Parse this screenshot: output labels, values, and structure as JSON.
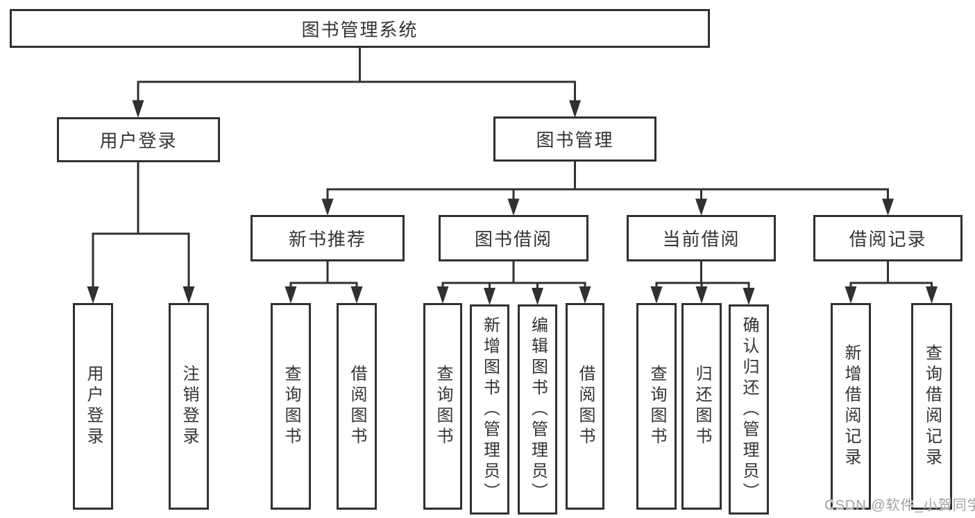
{
  "tree": {
    "label": "图书管理系统",
    "children": [
      {
        "label": "用户登录",
        "children": [
          {
            "label": "用户登录"
          },
          {
            "label": "注销登录"
          }
        ]
      },
      {
        "label": "图书管理",
        "children": [
          {
            "label": "新书推荐",
            "children": [
              {
                "label": "查询图书"
              },
              {
                "label": "借阅图书"
              }
            ]
          },
          {
            "label": "图书借阅",
            "children": [
              {
                "label": "查询图书"
              },
              {
                "label": "新增图书（管理员）"
              },
              {
                "label": "编辑图书（管理员）"
              },
              {
                "label": "借阅图书"
              }
            ]
          },
          {
            "label": "当前借阅",
            "children": [
              {
                "label": "查询图书"
              },
              {
                "label": "归还图书"
              },
              {
                "label": "确认归还（管理员）"
              }
            ]
          },
          {
            "label": "借阅记录",
            "children": [
              {
                "label": "新增借阅记录"
              },
              {
                "label": "查询借阅记录"
              }
            ]
          }
        ]
      }
    ]
  },
  "watermark": "CSDN @软件_小贺同学",
  "colors": {
    "line": "#303030",
    "text": "#333333",
    "background": "#ffffff",
    "watermark": "#a0a0a0"
  }
}
